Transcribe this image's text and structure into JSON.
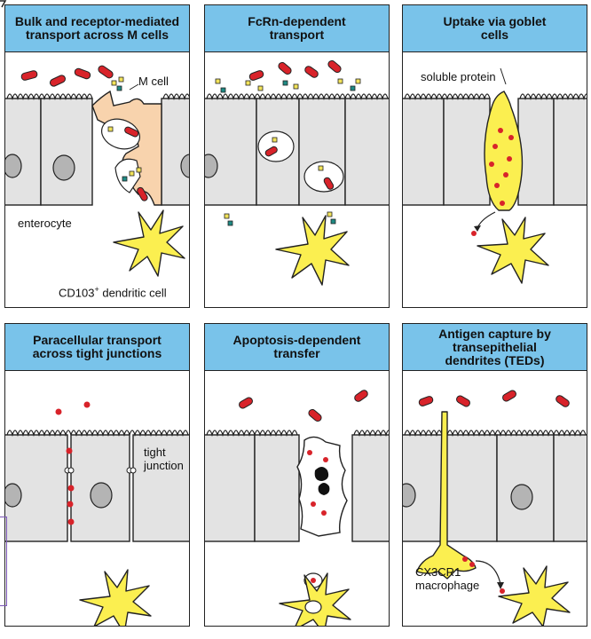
{
  "panels": [
    {
      "title_lines": [
        "Bulk and receptor-mediated",
        "transport across M cells"
      ]
    },
    {
      "title_lines": [
        "FcRn-dependent",
        "transport"
      ]
    },
    {
      "title_lines": [
        "Uptake via goblet",
        "cells"
      ]
    },
    {
      "title_lines": [
        "Paracellular transport",
        "across tight junctions"
      ]
    },
    {
      "title_lines": [
        "Apoptosis-dependent",
        "transfer"
      ]
    },
    {
      "title_lines": [
        "Antigen capture by",
        "transepithelial",
        "dendrites (TEDs)"
      ]
    }
  ],
  "labels": {
    "m_cell": "M cell",
    "enterocyte": "enterocyte",
    "dendritic_cell": "CD103",
    "dendritic_cell_sup": "+",
    "dendritic_cell_rest": " dendritic cell",
    "soluble_protein": "soluble protein",
    "tight_junction_1": "tight",
    "tight_junction_2": "junction",
    "macrophage_1": "CX3CR1",
    "macrophage_2": "macrophage"
  },
  "colors": {
    "header": "#79c3ea",
    "cell": "#e3e3e3",
    "m_cell": "#f8d3ad",
    "dendritic": "#fbef50",
    "bacteria": "#d8232a",
    "antibody_yellow": "#f2e35a",
    "antibody_green": "#1e8a84",
    "side_frame": "#7a55b5"
  }
}
